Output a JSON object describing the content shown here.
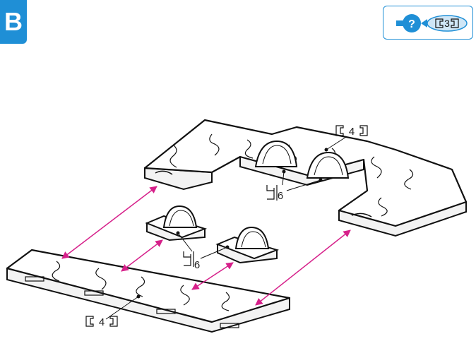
{
  "step": {
    "letter": "B"
  },
  "hint": {
    "quantity": "3",
    "icon": "question-icon",
    "accent": "#1f8fd6",
    "piece_fill": "#cfe6f6"
  },
  "callouts": {
    "top_straight_count": "4",
    "top_curve_count": "6",
    "loose_curve_count": "6",
    "bottom_straight_count": "4"
  },
  "colors": {
    "arrow": "#d6208a",
    "outline": "#111111",
    "piece": "#ffffff",
    "shade": "#dcdcdc"
  }
}
